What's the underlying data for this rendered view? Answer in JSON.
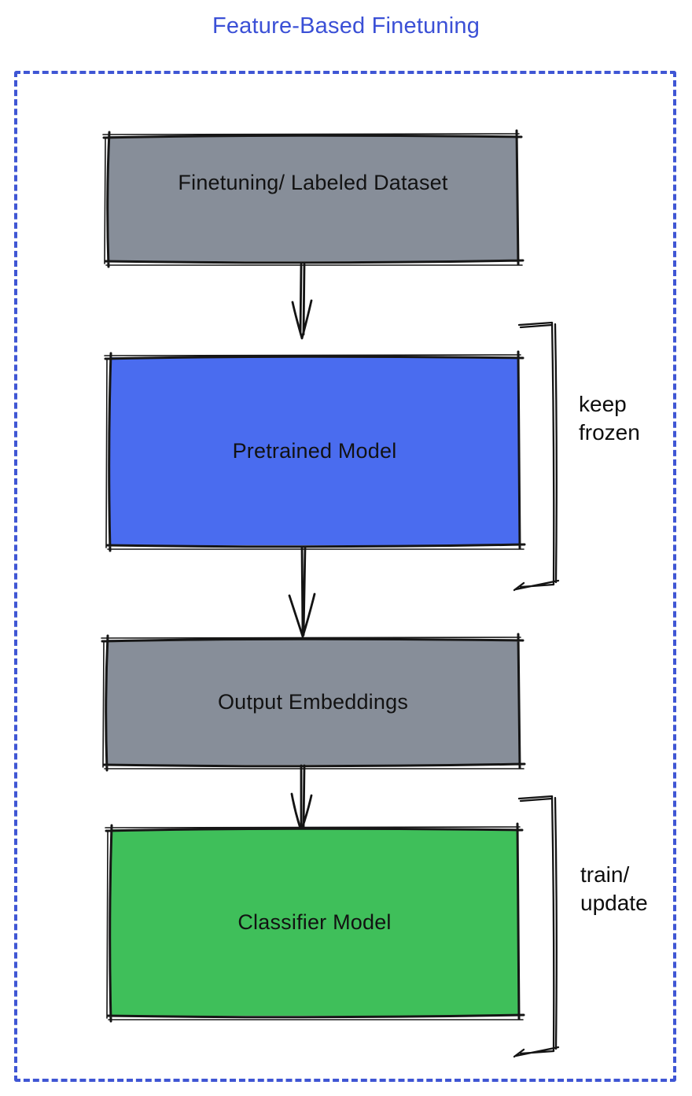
{
  "title": "Feature-Based Finetuning",
  "colors": {
    "title": "#3B50D6",
    "frame_border": "#3F56D4",
    "ink": "#161616",
    "node_gray": "#878E99",
    "node_blue": "#4A6CEF",
    "node_green": "#3FBF5A"
  },
  "nodes": [
    {
      "label": "Finetuning/ Labeled Dataset",
      "fill": "#878E99"
    },
    {
      "label": "Pretrained Model",
      "fill": "#4A6CEF"
    },
    {
      "label": "Output Embeddings",
      "fill": "#878E99"
    },
    {
      "label": "Classifier Model",
      "fill": "#3FBF5A"
    }
  ],
  "annotations": [
    {
      "label": "keep\nfrozen",
      "target": "Pretrained Model"
    },
    {
      "label": "train/\nupdate",
      "target": "Classifier Model"
    }
  ],
  "icons": {
    "arrows": "hand-drawn-double-line-down-arrow",
    "brackets": "hand-drawn-right-square-bracket"
  }
}
